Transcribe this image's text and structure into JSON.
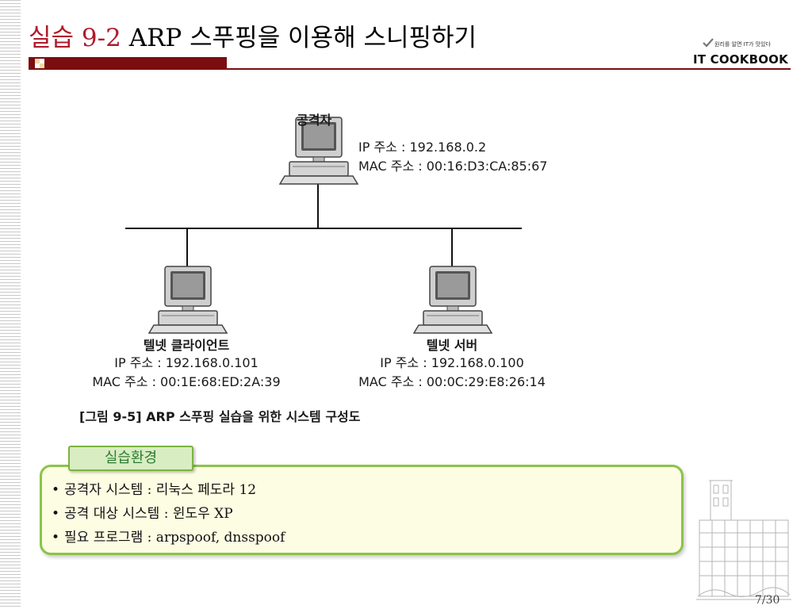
{
  "slide": {
    "title_accent": "실습 9-2",
    "title_main": "ARP 스푸핑을 이용해 스니핑하기",
    "page_number": "7/30"
  },
  "logo": {
    "tagline": "원리를 알면 IT가 맛있다",
    "wordmark": "IT COOKBOOK"
  },
  "diagram": {
    "attacker": {
      "name": "공격자",
      "ip": "IP 주소 : 192.168.0.2",
      "mac": "MAC 주소 : 00:16:D3:CA:85:67"
    },
    "client": {
      "name": "텔넷 클라이언트",
      "ip": "IP 주소 : 192.168.0.101",
      "mac": "MAC 주소 : 00:1E:68:ED:2A:39"
    },
    "server": {
      "name": "텔넷 서버",
      "ip": "IP 주소 : 192.168.0.100",
      "mac": "MAC 주소 : 00:0C:29:E8:26:14"
    },
    "caption": "[그림 9-5] ARP 스푸핑 실습을 위한 시스템 구성도"
  },
  "environment": {
    "tab_label": "실습환경",
    "items": [
      "공격자 시스템 : 리눅스 페도라 12",
      "공격 대상 시스템 : 윈도우 XP",
      "필요 프로그램 : arpspoof, dnsspoof"
    ]
  },
  "colors": {
    "title_accent": "#b01a2c",
    "rule": "#7a0d10",
    "box_border": "#8bc34a",
    "box_fill": "#fdfde3",
    "tab_fill": "#d8edc2",
    "tab_text": "#2e7d32"
  }
}
